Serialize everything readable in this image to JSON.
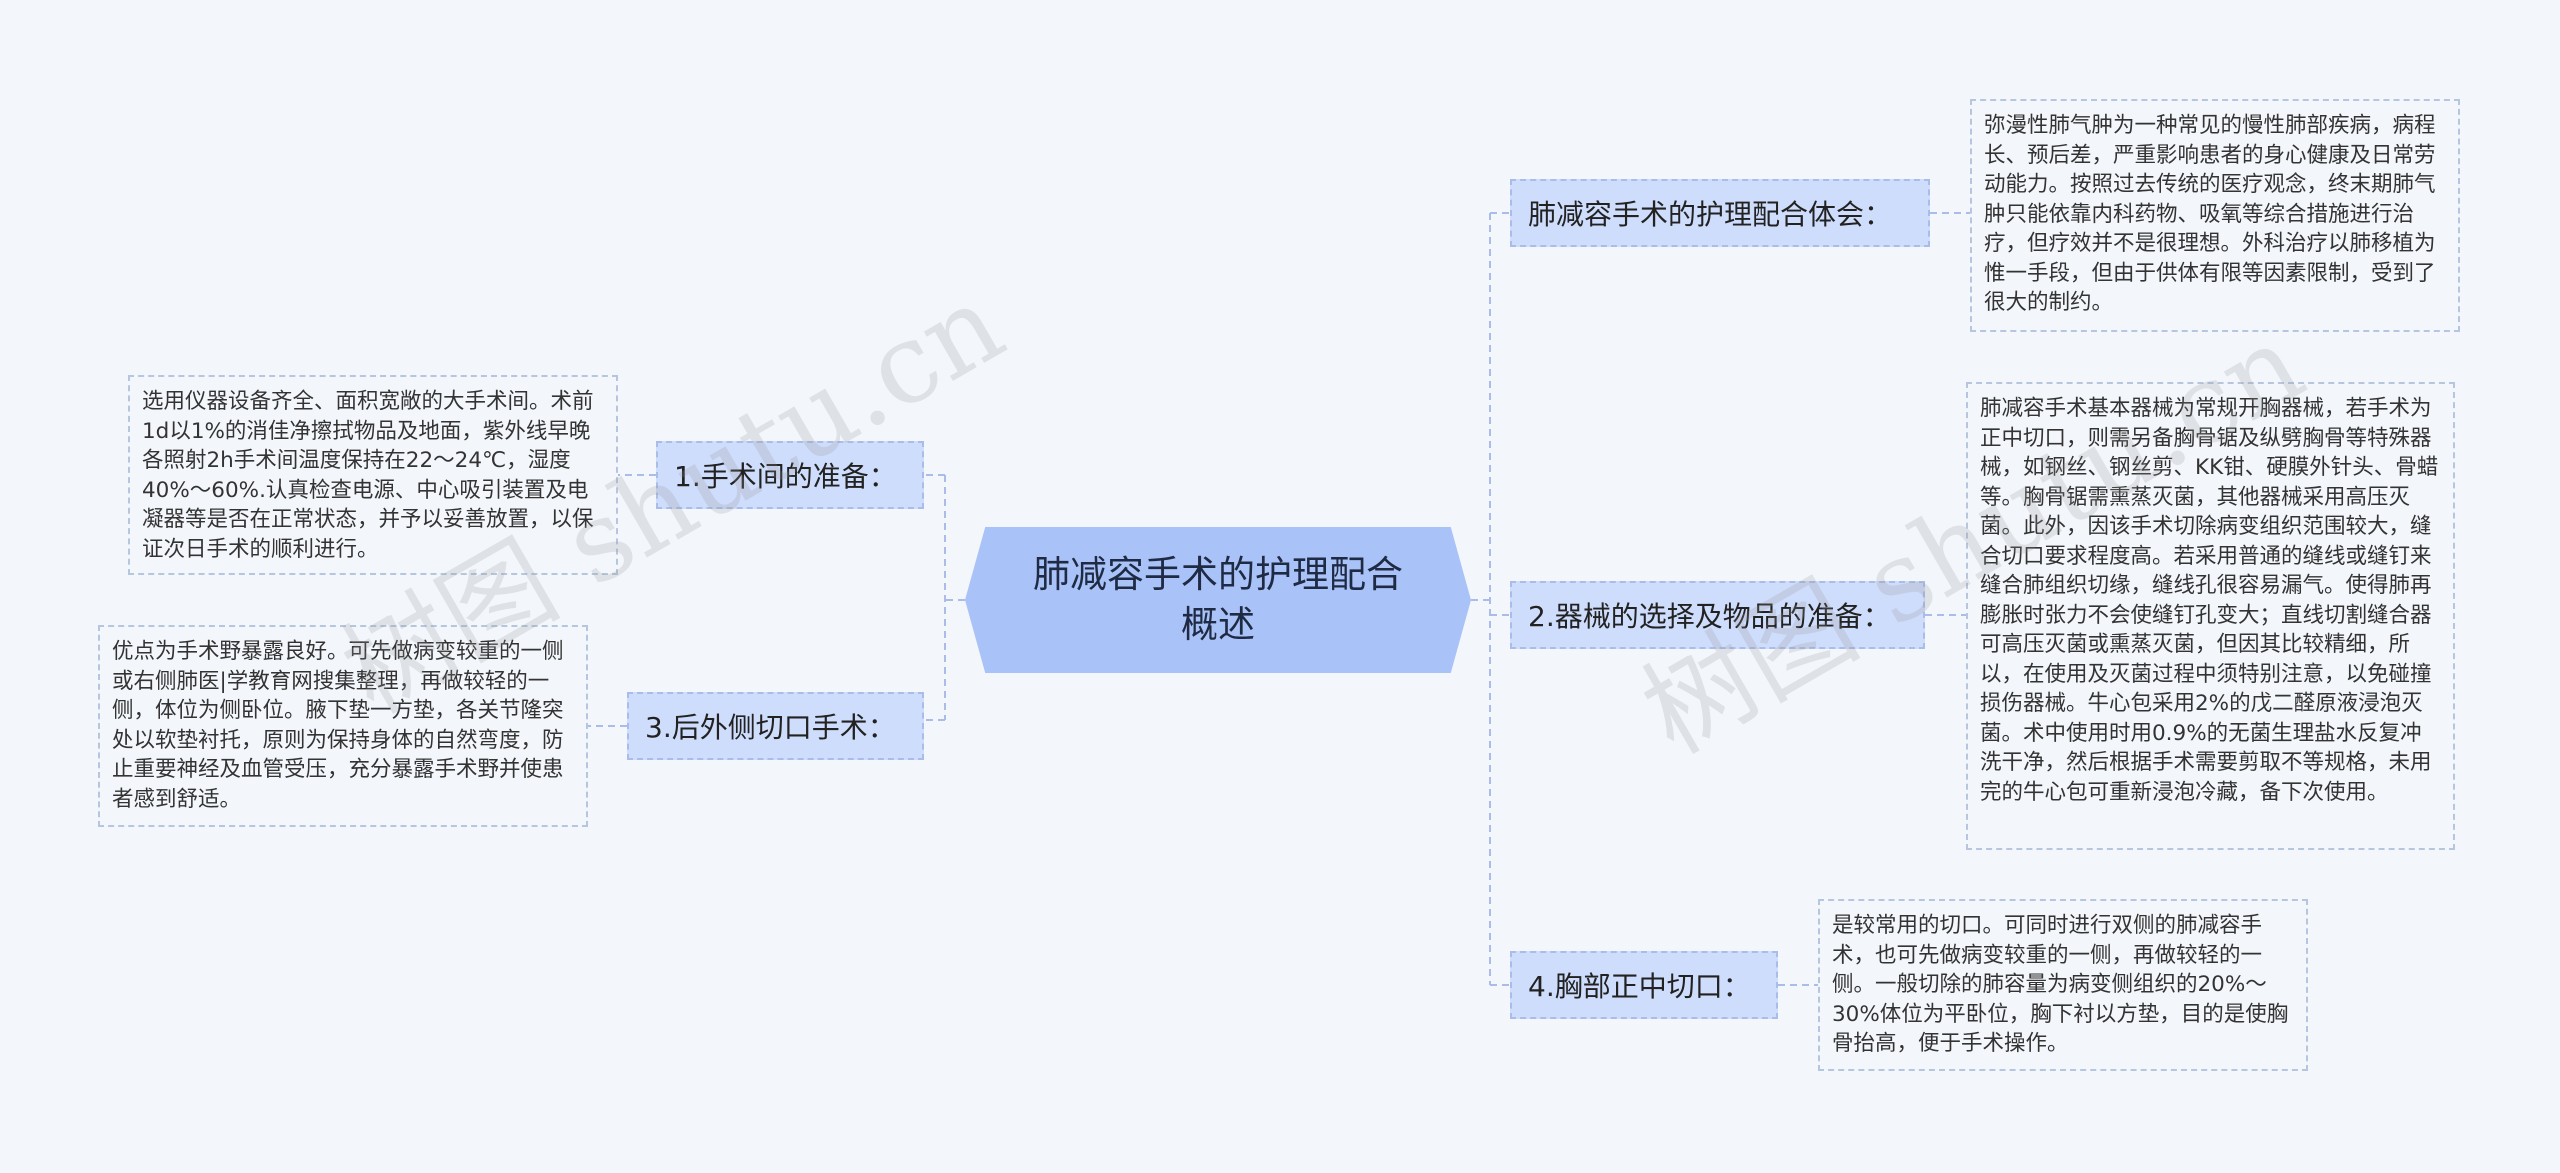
{
  "root": {
    "title": "肺减容手术的护理配合概述"
  },
  "branches": {
    "b1": {
      "label": "1.手术间的准备："
    },
    "b3": {
      "label": "3.后外侧切口手术："
    },
    "r1": {
      "label": "肺减容手术的护理配合体会："
    },
    "r2": {
      "label": "2.器械的选择及物品的准备："
    },
    "r4": {
      "label": "4.胸部正中切口："
    }
  },
  "leaves": {
    "b1": "选用仪器设备齐全、面积宽敞的大手术间。术前1d以1%的消佳净擦拭物品及地面，紫外线早晚各照射2h手术间温度保持在22～24℃，湿度40%～60%.认真检查电源、中心吸引装置及电凝器等是否在正常状态，并予以妥善放置，以保证次日手术的顺利进行。",
    "b3": "优点为手术野暴露良好。可先做病变较重的一侧或右侧肺医|学教育网搜集整理，再做较轻的一侧，体位为侧卧位。腋下垫一方垫，各关节隆突处以软垫衬托，原则为保持身体的自然弯度，防止重要神经及血管受压，充分暴露手术野并使患者感到舒适。",
    "r1": "弥漫性肺气肿为一种常见的慢性肺部疾病，病程长、预后差，严重影响患者的身心健康及日常劳动能力。按照过去传统的医疗观念，终末期肺气肿只能依靠内科药物、吸氧等综合措施进行治疗，但疗效并不是很理想。外科治疗以肺移植为惟一手段，但由于供体有限等因素限制，受到了很大的制约。",
    "r2": "肺减容手术基本器械为常规开胸器械，若手术为正中切口，则需另备胸骨锯及纵劈胸骨等特殊器械，如钢丝、钢丝剪、KK钳、硬膜外针头、骨蜡等。胸骨锯需熏蒸灭菌，其他器械采用高压灭菌。此外，因该手术切除病变组织范围较大，缝合切口要求程度高。若采用普通的缝线或缝钉来缝合肺组织切缘，缝线孔很容易漏气。使得肺再膨胀时张力不会使缝钉孔变大；直线切割缝合器可高压灭菌或熏蒸灭菌，但因其比较精细，所以，在使用及灭菌过程中须特别注意，以免碰撞损伤器械。牛心包采用2%的戊二醛原液浸泡灭菌。术中使用时用0.9%的无菌生理盐水反复冲洗干净，然后根据手术需要剪取不等规格，未用完的牛心包可重新浸泡冷藏，备下次使用。",
    "r4": "是较常用的切口。可同时进行双侧的肺减容手术，也可先做病变较重的一侧，再做较轻的一侧。一般切除的肺容量为病变侧组织的20%～30%体位为平卧位，胸下衬以方垫，目的是使胸骨抬高，便于手术操作。"
  },
  "watermarks": [
    "树图 shutu.cn",
    "树图 shutu.cn"
  ],
  "colors": {
    "root": "#a9c2f7",
    "branch": "#cfddfc",
    "line": "#a9bde8",
    "background": "#f3f6fb"
  }
}
